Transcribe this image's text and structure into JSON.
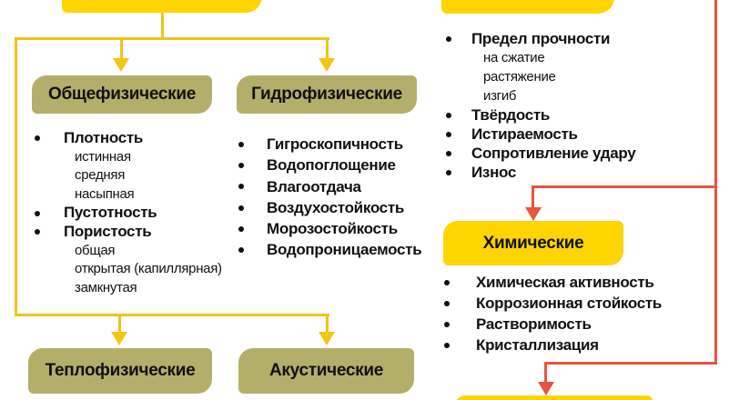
{
  "colors": {
    "bright_yellow": "#FFD400",
    "olive": "#B3AF6B",
    "connector_yellow": "#EFC417",
    "connector_red": "#E8543F",
    "text": "#111111"
  },
  "nodes": {
    "general": {
      "label": "Общефизические"
    },
    "hydro": {
      "label": "Гидрофизические"
    },
    "thermo": {
      "label": "Теплофизические"
    },
    "acoustic": {
      "label": "Акустические"
    },
    "chemical": {
      "label": "Химические"
    }
  },
  "lists": {
    "general_physical": {
      "items": [
        {
          "text": "Плотность",
          "level": "main"
        },
        {
          "text": "истинная",
          "level": "sub"
        },
        {
          "text": "средняя",
          "level": "sub"
        },
        {
          "text": "насыпная",
          "level": "sub"
        },
        {
          "text": "Пустотность",
          "level": "main"
        },
        {
          "text": "Пористость",
          "level": "main"
        },
        {
          "text": "общая",
          "level": "sub"
        },
        {
          "text": "открытая (капиллярная)",
          "level": "sub"
        },
        {
          "text": "замкнутая",
          "level": "sub"
        }
      ]
    },
    "hydro_physical": {
      "items": [
        {
          "text": "Гигроскопичность",
          "level": "main"
        },
        {
          "text": "Водопоглощение",
          "level": "main"
        },
        {
          "text": "Влагоотдача",
          "level": "main"
        },
        {
          "text": "Воздухостойкость",
          "level": "main"
        },
        {
          "text": "Морозостойкость",
          "level": "main"
        },
        {
          "text": "Водопроницаемость",
          "level": "main"
        }
      ]
    },
    "mechanical": {
      "items": [
        {
          "text": "Предел прочности",
          "level": "main"
        },
        {
          "text": "на сжатие",
          "level": "sub"
        },
        {
          "text": "растяжение",
          "level": "sub"
        },
        {
          "text": "изгиб",
          "level": "sub"
        },
        {
          "text": "Твёрдость",
          "level": "main"
        },
        {
          "text": "Истираемость",
          "level": "main"
        },
        {
          "text": "Сопротивление удару",
          "level": "main"
        },
        {
          "text": "Износ",
          "level": "main"
        }
      ]
    },
    "chemical": {
      "items": [
        {
          "text": "Химическая активность",
          "level": "main"
        },
        {
          "text": "Коррозионная стойкость",
          "level": "main"
        },
        {
          "text": "Растворимость",
          "level": "main"
        },
        {
          "text": "Кристаллизация",
          "level": "main"
        }
      ]
    }
  }
}
